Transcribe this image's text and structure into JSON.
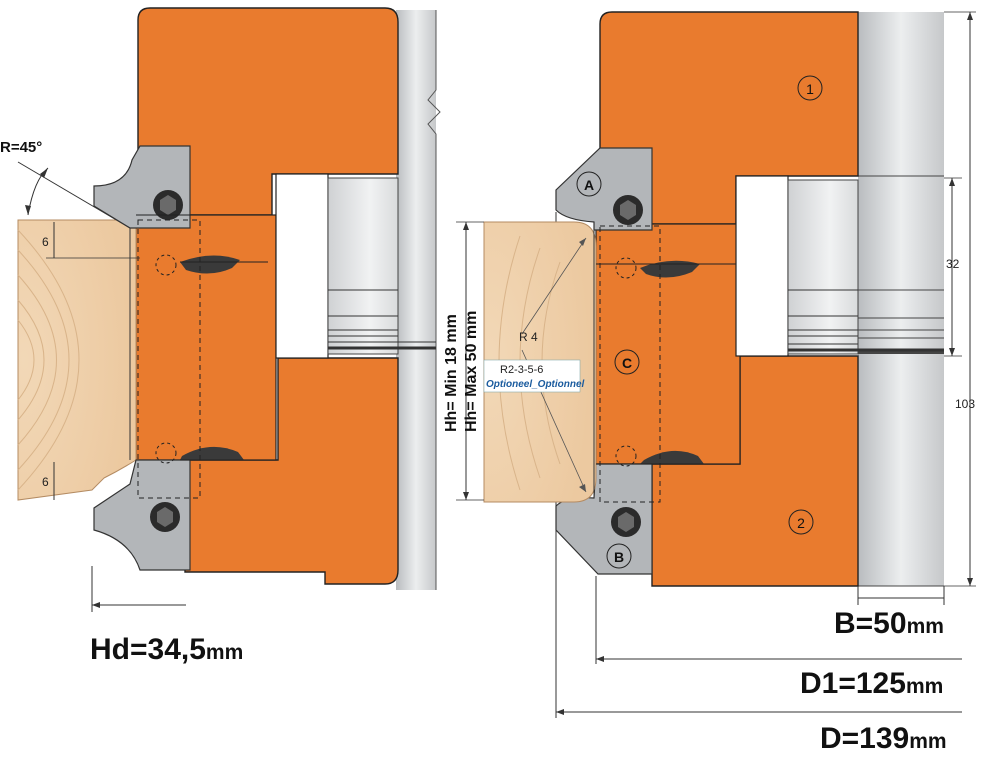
{
  "left_view": {
    "angle_label": "R=45°",
    "dim_top": "6",
    "dim_bottom": "6",
    "hd_value": "Hd=34,5",
    "hd_unit": "mm"
  },
  "right_view": {
    "part_1": "1",
    "part_2": "2",
    "part_a": "A",
    "part_b": "B",
    "part_c": "C",
    "radius_label": "R 4",
    "radius_options": "R2-3-5-6",
    "optional_label": "Optioneel_Optionnel",
    "hh_min": "Hh= Min 18 mm",
    "hh_max": "Hh= Max 50 mm",
    "dim_32": "32",
    "dim_103": "103",
    "b_value": "B=50",
    "b_unit": "mm",
    "d1_value": "D1=125",
    "d1_unit": "mm",
    "d_value": "D=139",
    "d_unit": "mm"
  },
  "colors": {
    "orange": "#E97B2E",
    "steel": "#c7c9cb",
    "steel_dark": "#8e9194",
    "wood": "#f0d3b0",
    "wood_edge": "#e3bd92"
  }
}
